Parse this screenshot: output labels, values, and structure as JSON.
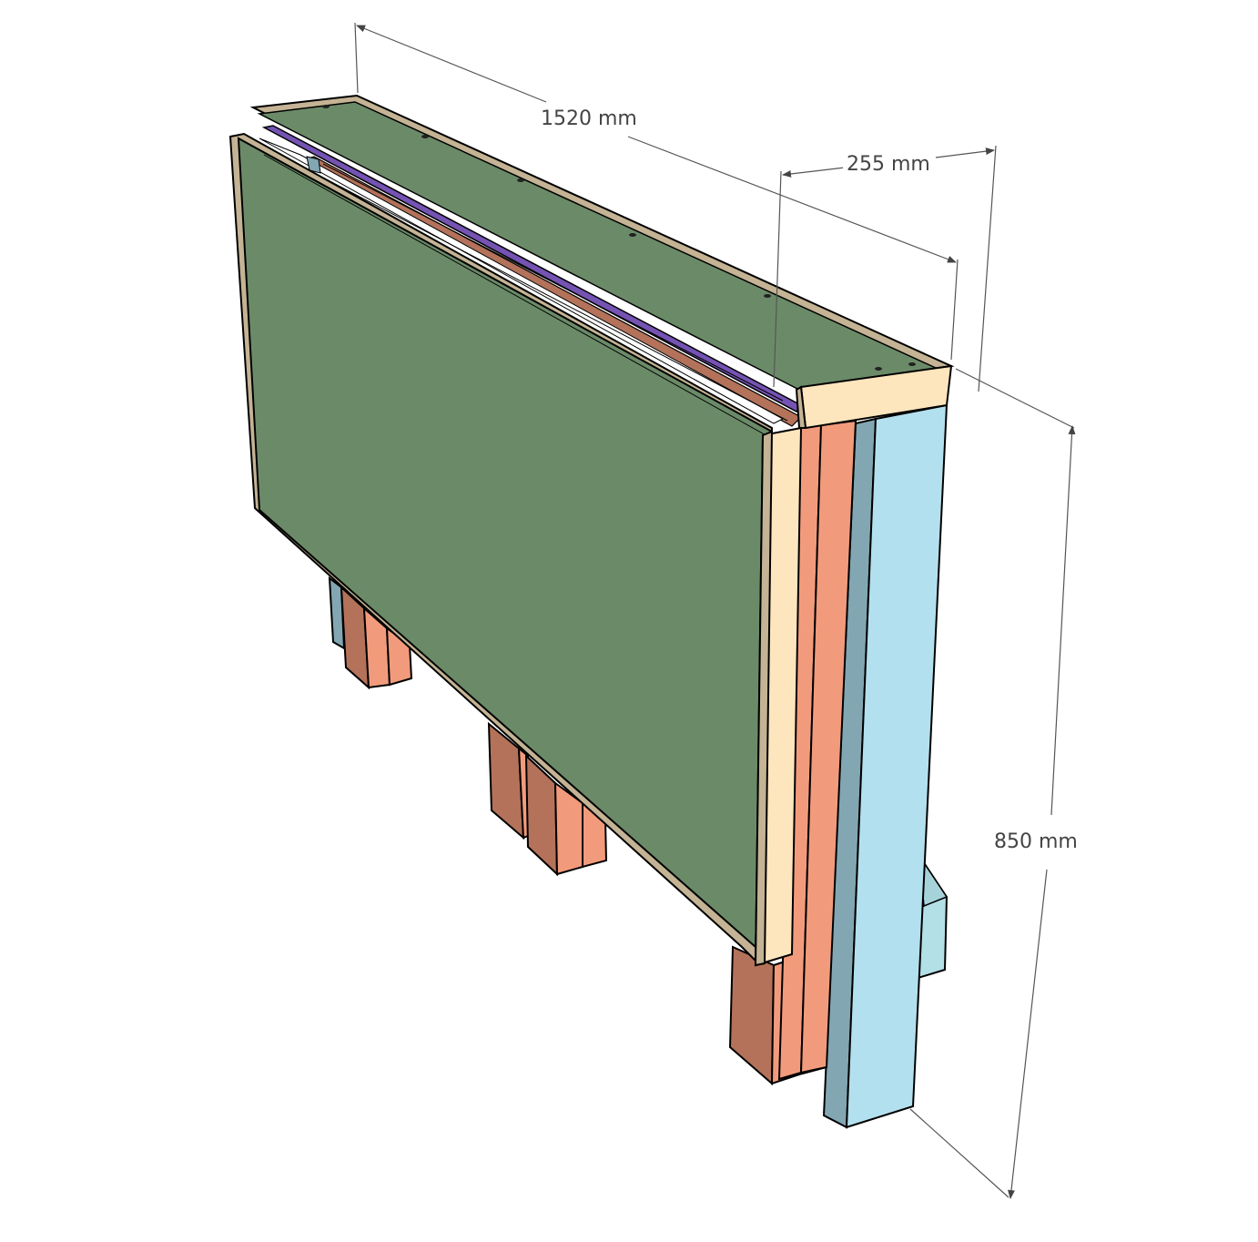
{
  "diagram": {
    "type": "3d-model-dimension-drawing",
    "subject": "wall-mounted fold-down table (folded position)",
    "dimensions": {
      "length": {
        "label": "1520 mm",
        "value": 1520,
        "unit": "mm"
      },
      "depth": {
        "label": "255 mm",
        "value": 255,
        "unit": "mm"
      },
      "height": {
        "label": "850 mm",
        "value": 850,
        "unit": "mm"
      }
    },
    "parts": [
      {
        "name": "table-top-panel",
        "color": "#6b8b68"
      },
      {
        "name": "panel-edge",
        "color": "#c4b394"
      },
      {
        "name": "end-cap-block",
        "color": "#fde5bd"
      },
      {
        "name": "support-batten",
        "color": "#f29b7c"
      },
      {
        "name": "support-batten-shadow",
        "color": "#b4725a"
      },
      {
        "name": "wall-post-front",
        "color": "#b3e0ee"
      },
      {
        "name": "wall-post-side",
        "color": "#83a6b3"
      },
      {
        "name": "wall-bracket",
        "color": "#b3e0e6"
      },
      {
        "name": "hinge-strip",
        "color": "#7453b3"
      }
    ],
    "colors": {
      "outline": "#000000",
      "dimension_line": "#555555",
      "dimension_text": "#444444",
      "background": "#ffffff"
    }
  }
}
